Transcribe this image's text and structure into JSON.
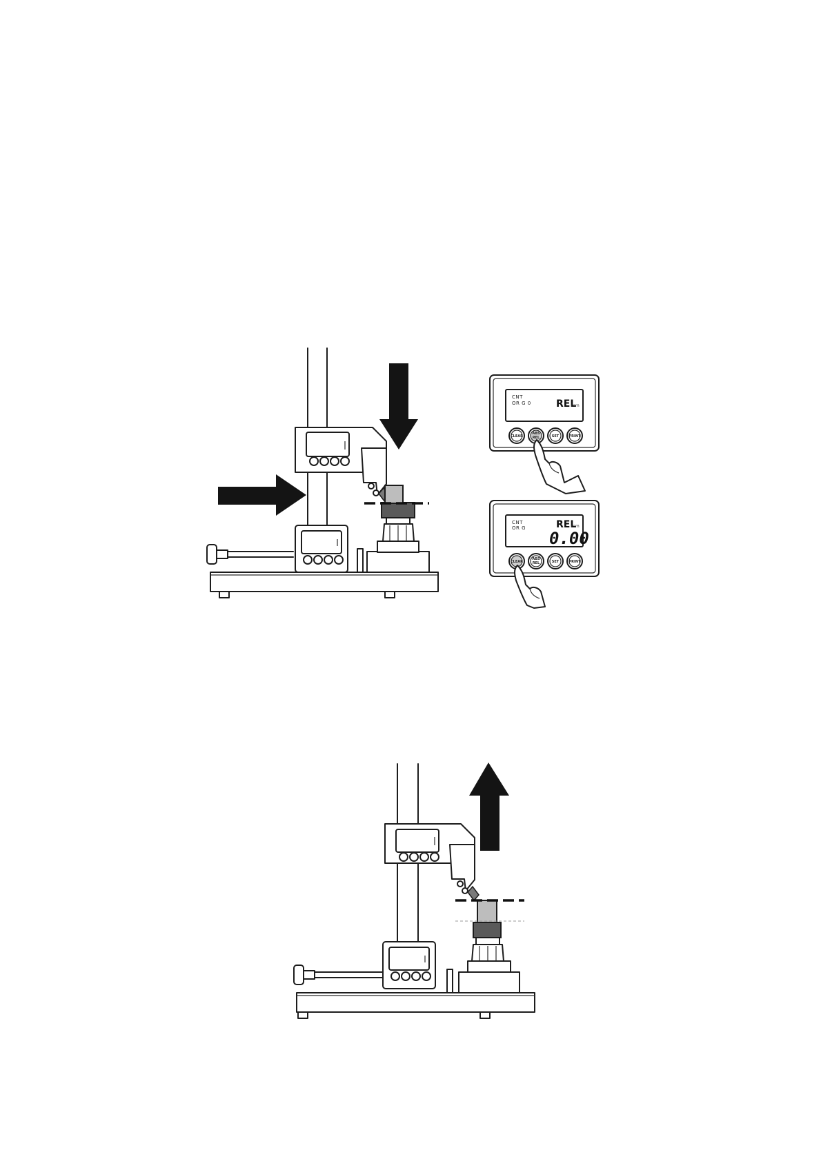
{
  "panel_top": {
    "line1": "CNT",
    "line2": "OR G 0",
    "mode": "REL",
    "unit": "mm",
    "buttons": [
      "CLEAR",
      "ABS",
      "REL",
      "SET",
      "PRINT"
    ]
  },
  "panel_bottom": {
    "line1": "CNT",
    "line2": "OR G",
    "mode": "REL",
    "unit": "mm",
    "reading": "0.00",
    "buttons": [
      "CLEAR",
      "ABS",
      "REL",
      "SET",
      "PRINT"
    ]
  }
}
